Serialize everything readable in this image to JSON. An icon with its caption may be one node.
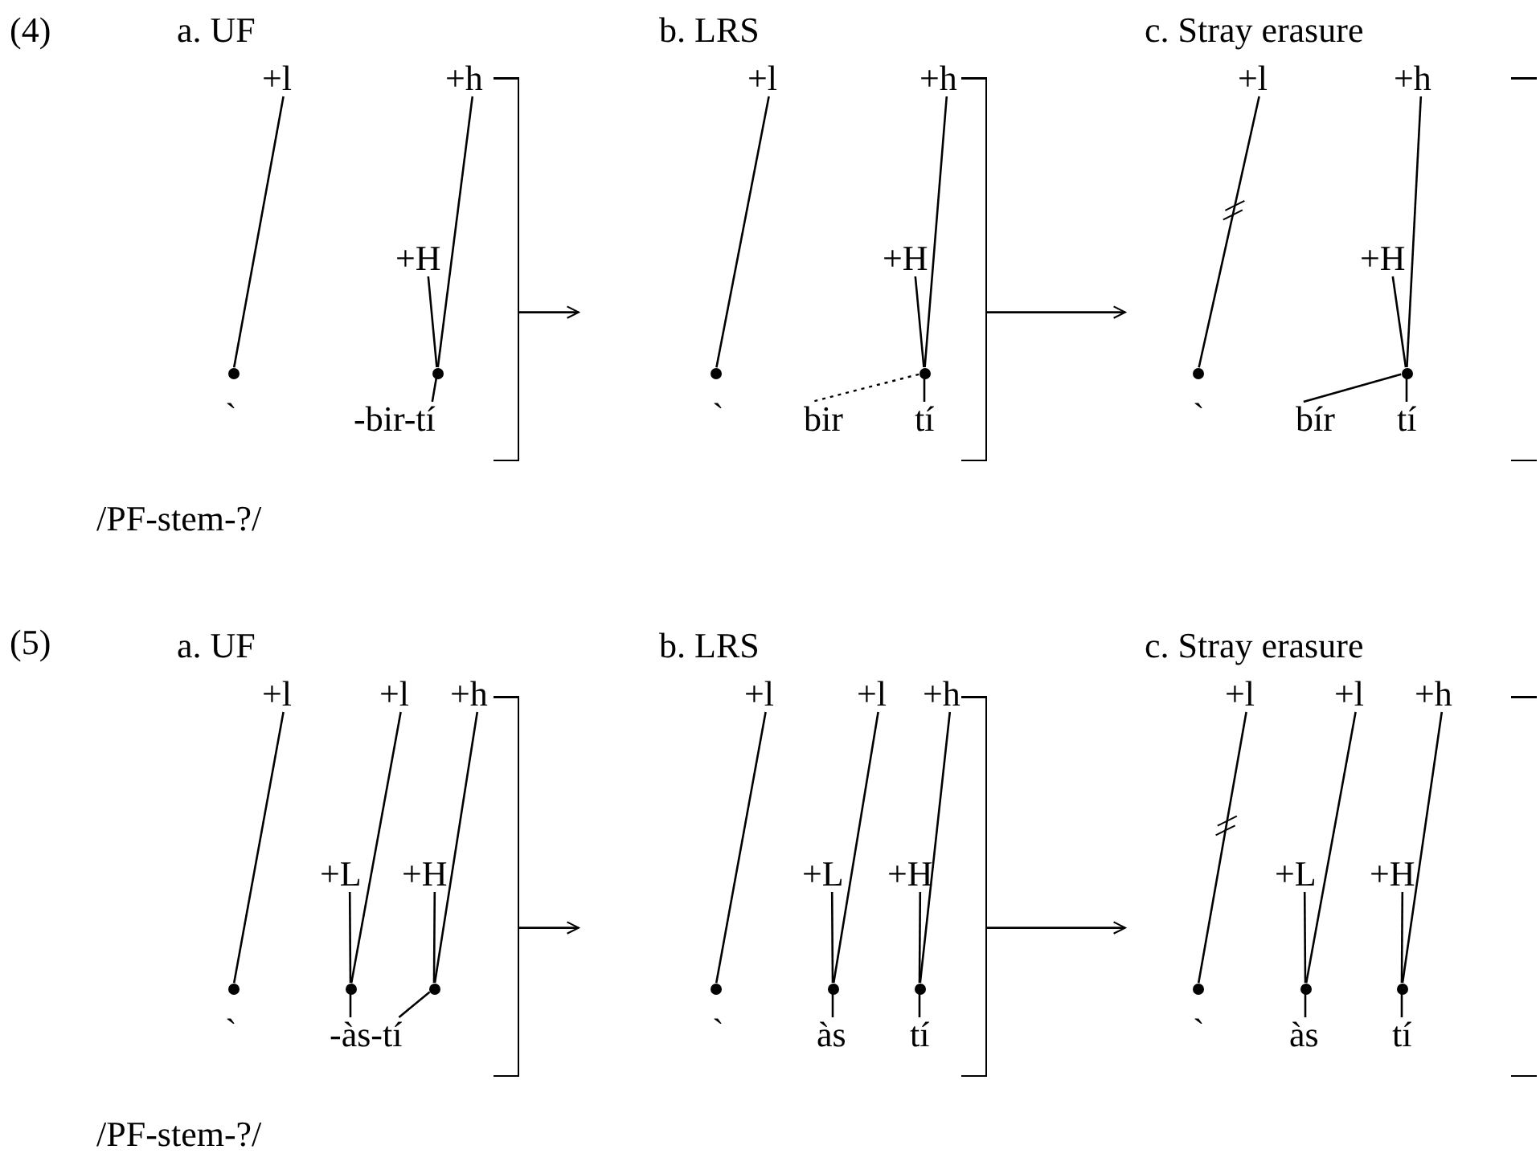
{
  "diagram": {
    "nodes": [
      {
        "text": [
          "a. UF"
        ]
      },
      {
        "text": [
          "+l"
        ],
        "in": 0
      },
      {
        "text": [
          "+h"
        ],
        "in": 0
      },
      {
        "text": [
          "+H"
        ],
        "in": 0
      },
      {
        "text": [],
        "shape": "dot",
        "in": 0
      },
      {
        "text": [],
        "shape": "dot",
        "in": 0
      },
      {
        "text": [
          "-bir-tí"
        ],
        "in": 0
      },
      {
        "text": [
          "b. LRS"
        ]
      },
      {
        "text": [
          "+l"
        ],
        "in": 7
      },
      {
        "text": [
          "+h"
        ],
        "in": 7
      },
      {
        "text": [
          "+H"
        ],
        "in": 7
      },
      {
        "text": [],
        "shape": "dot",
        "in": 7
      },
      {
        "text": [],
        "shape": "dot",
        "in": 7
      },
      {
        "text": [
          "bir"
        ],
        "in": 7
      },
      {
        "text": [
          "tí"
        ],
        "in": 7
      },
      {
        "text": [
          "c. Stray erasure"
        ]
      },
      {
        "text": [
          "+l"
        ],
        "in": 15
      },
      {
        "text": [
          "+h"
        ],
        "in": 15
      },
      {
        "text": [
          "+H"
        ],
        "in": 15
      },
      {
        "text": [],
        "shape": "dot",
        "in": 15
      },
      {
        "text": [],
        "shape": "dot",
        "in": 15
      },
      {
        "text": [
          "bír"
        ],
        "in": 15
      },
      {
        "text": [
          "tí"
        ],
        "in": 15
      },
      {
        "text": [
          "a. UF"
        ]
      },
      {
        "text": [
          "+l"
        ],
        "in": 23
      },
      {
        "text": [
          "+l"
        ],
        "in": 23
      },
      {
        "text": [
          "+h"
        ],
        "in": 23
      },
      {
        "text": [
          "+L"
        ],
        "in": 23
      },
      {
        "text": [
          "+H"
        ],
        "in": 23
      },
      {
        "text": [],
        "shape": "dot",
        "in": 23
      },
      {
        "text": [],
        "shape": "dot",
        "in": 23
      },
      {
        "text": [],
        "shape": "dot",
        "in": 23
      },
      {
        "text": [
          "-às-tí"
        ],
        "in": 23
      },
      {
        "text": [
          "b. LRS"
        ]
      },
      {
        "text": [
          "+l"
        ],
        "in": 33
      },
      {
        "text": [
          "+l"
        ],
        "in": 33
      },
      {
        "text": [
          "+h"
        ],
        "in": 33
      },
      {
        "text": [
          "+L"
        ],
        "in": 33
      },
      {
        "text": [
          "+H"
        ],
        "in": 33
      },
      {
        "text": [],
        "shape": "dot",
        "in": 33
      },
      {
        "text": [],
        "shape": "dot",
        "in": 33
      },
      {
        "text": [],
        "shape": "dot",
        "in": 33
      },
      {
        "text": [
          "às"
        ],
        "in": 33
      },
      {
        "text": [
          "tí"
        ],
        "in": 33
      },
      {
        "text": [
          "c. Stray erasure"
        ]
      },
      {
        "text": [
          "+l"
        ],
        "in": 44
      },
      {
        "text": [
          "+l"
        ],
        "in": 44
      },
      {
        "text": [
          "+h"
        ],
        "in": 44
      },
      {
        "text": [
          "+L"
        ],
        "in": 44
      },
      {
        "text": [
          "+H"
        ],
        "in": 44
      },
      {
        "text": [],
        "shape": "dot",
        "in": 44
      },
      {
        "text": [],
        "shape": "dot",
        "in": 44
      },
      {
        "text": [],
        "shape": "dot",
        "in": 44
      },
      {
        "text": [
          "às"
        ],
        "in": 44
      },
      {
        "text": [
          "tí"
        ],
        "in": 44
      }
    ],
    "edges": [
      {
        "from": 1,
        "to": 4,
        "arrow": "none"
      },
      {
        "from": 2,
        "to": 5,
        "arrow": "none"
      },
      {
        "from": 3,
        "to": 5,
        "arrow": "none"
      },
      {
        "from": 5,
        "to": 6,
        "arrow": "none"
      },
      {
        "from": 0,
        "to": 7,
        "arrow": "to"
      },
      {
        "from": 8,
        "to": 11,
        "arrow": "none"
      },
      {
        "from": 9,
        "to": 12,
        "arrow": "none"
      },
      {
        "from": 10,
        "to": 12,
        "arrow": "none"
      },
      {
        "from": 12,
        "to": 14,
        "arrow": "none"
      },
      {
        "from": 12,
        "to": 13,
        "arrow": "none",
        "style": "dashed"
      },
      {
        "from": 7,
        "to": 15,
        "arrow": "to"
      },
      {
        "from": 16,
        "to": 19,
        "arrow": "none"
      },
      {
        "from": 17,
        "to": 20,
        "arrow": "none"
      },
      {
        "from": 18,
        "to": 20,
        "arrow": "none"
      },
      {
        "from": 20,
        "to": 22,
        "arrow": "none"
      },
      {
        "from": 20,
        "to": 21,
        "arrow": "none"
      },
      {
        "from": 24,
        "to": 29,
        "arrow": "none"
      },
      {
        "from": 25,
        "to": 30,
        "arrow": "none"
      },
      {
        "from": 26,
        "to": 31,
        "arrow": "none"
      },
      {
        "from": 27,
        "to": 30,
        "arrow": "none"
      },
      {
        "from": 28,
        "to": 31,
        "arrow": "none"
      },
      {
        "from": 30,
        "to": 32,
        "arrow": "none"
      },
      {
        "from": 31,
        "to": 32,
        "arrow": "none"
      },
      {
        "from": 23,
        "to": 33,
        "arrow": "to"
      },
      {
        "from": 34,
        "to": 39,
        "arrow": "none"
      },
      {
        "from": 35,
        "to": 40,
        "arrow": "none"
      },
      {
        "from": 36,
        "to": 41,
        "arrow": "none"
      },
      {
        "from": 37,
        "to": 40,
        "arrow": "none"
      },
      {
        "from": 38,
        "to": 41,
        "arrow": "none"
      },
      {
        "from": 40,
        "to": 42,
        "arrow": "none"
      },
      {
        "from": 41,
        "to": 43,
        "arrow": "none"
      },
      {
        "from": 33,
        "to": 44,
        "arrow": "to"
      },
      {
        "from": 45,
        "to": 50,
        "arrow": "none"
      },
      {
        "from": 46,
        "to": 51,
        "arrow": "none"
      },
      {
        "from": 47,
        "to": 52,
        "arrow": "none"
      },
      {
        "from": 48,
        "to": 51,
        "arrow": "none"
      },
      {
        "from": 49,
        "to": 52,
        "arrow": "none"
      },
      {
        "from": 51,
        "to": 53,
        "arrow": "none"
      },
      {
        "from": 52,
        "to": 54,
        "arrow": "none"
      }
    ],
    "labels": [
      "(4)",
      "`",
      "`",
      "`",
      "/PF-stem-?/",
      "(5)",
      "`",
      "`",
      "`",
      "/PF-stem-?/"
    ]
  }
}
